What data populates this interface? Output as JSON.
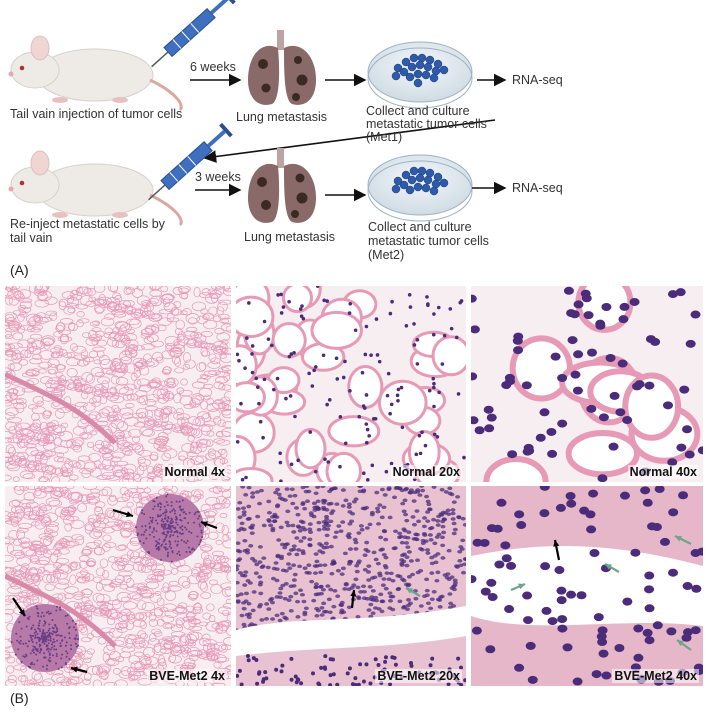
{
  "schematic": {
    "row1": {
      "step_label": "Tail vain injection of tumor cells",
      "interval": "6 weeks",
      "organ_label": "Lung metastasis",
      "culture_label_lines": [
        "Collect and culture",
        "metastatic tumor cells",
        "(Met1)"
      ],
      "output": "RNA-seq"
    },
    "row2": {
      "step_label_lines": [
        "Re-inject metastatic cells by",
        "tail vain"
      ],
      "interval": "3 weeks",
      "organ_label": "Lung metastasis",
      "culture_label_lines": [
        "Collect and culture",
        "metastatic tumor cells",
        "(Met2)"
      ],
      "output": "RNA-seq"
    },
    "panel_letter": "(A)"
  },
  "histology": {
    "panel_letter": "(B)",
    "tiles": [
      {
        "caption": "Normal 4x",
        "stain": "normal"
      },
      {
        "caption": "Normal 20x",
        "stain": "normal"
      },
      {
        "caption": "Normal 40x",
        "stain": "normal"
      },
      {
        "caption": "BVE-Met2 4x",
        "stain": "tumor"
      },
      {
        "caption": "BVE-Met2 20x",
        "stain": "tumor"
      },
      {
        "caption": "BVE-Met2 40x",
        "stain": "tumor"
      }
    ]
  },
  "colors": {
    "mouse": "#eeeae6",
    "lung": "#8a6a68",
    "lesion": "#3b2a24",
    "dish_cells": "#2f5aa8",
    "syringe": "#3f6fbf",
    "pink_stain": "#e79ab5",
    "nucleus": "#4b2c7a",
    "black_arrow": "#000000",
    "green_arrow": "#6ea58a"
  }
}
